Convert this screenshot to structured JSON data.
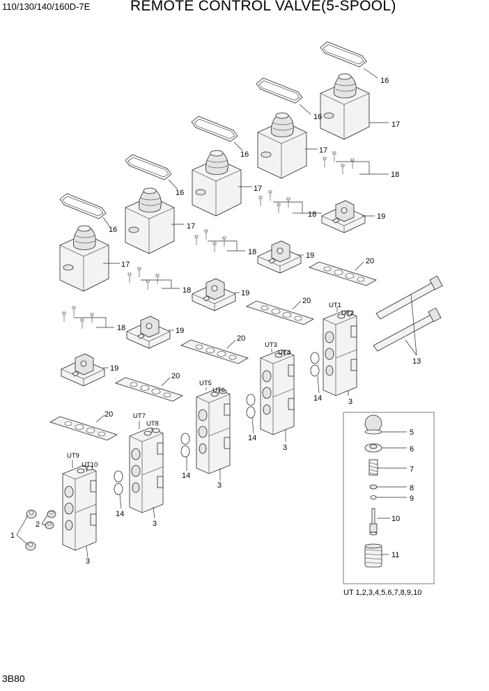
{
  "header": {
    "model": "110/130/140/160D-7E",
    "title": "REMOTE CONTROL VALVE(5-SPOOL)"
  },
  "footer": {
    "page": "3B80"
  },
  "callouts": {
    "p1": "1",
    "p2": "2",
    "p3": "3",
    "p5": "5",
    "p6": "6",
    "p7": "7",
    "p8": "8",
    "p9": "9",
    "p10": "10",
    "p11": "11",
    "p13": "13",
    "p14": "14",
    "p16": "16",
    "p17": "17",
    "p18": "18",
    "p19": "19",
    "p20": "20"
  },
  "ports": {
    "ut1": "UT1",
    "ut2": "UT2",
    "ut3": "UT3",
    "ut4": "UT4",
    "ut5": "UT5",
    "ut6": "UT6",
    "ut7": "UT7",
    "ut8": "UT8",
    "ut9": "UT9",
    "ut10": "UT10"
  },
  "inset_caption": "UT 1,2,3,4,5,6,7,8,9,10"
}
